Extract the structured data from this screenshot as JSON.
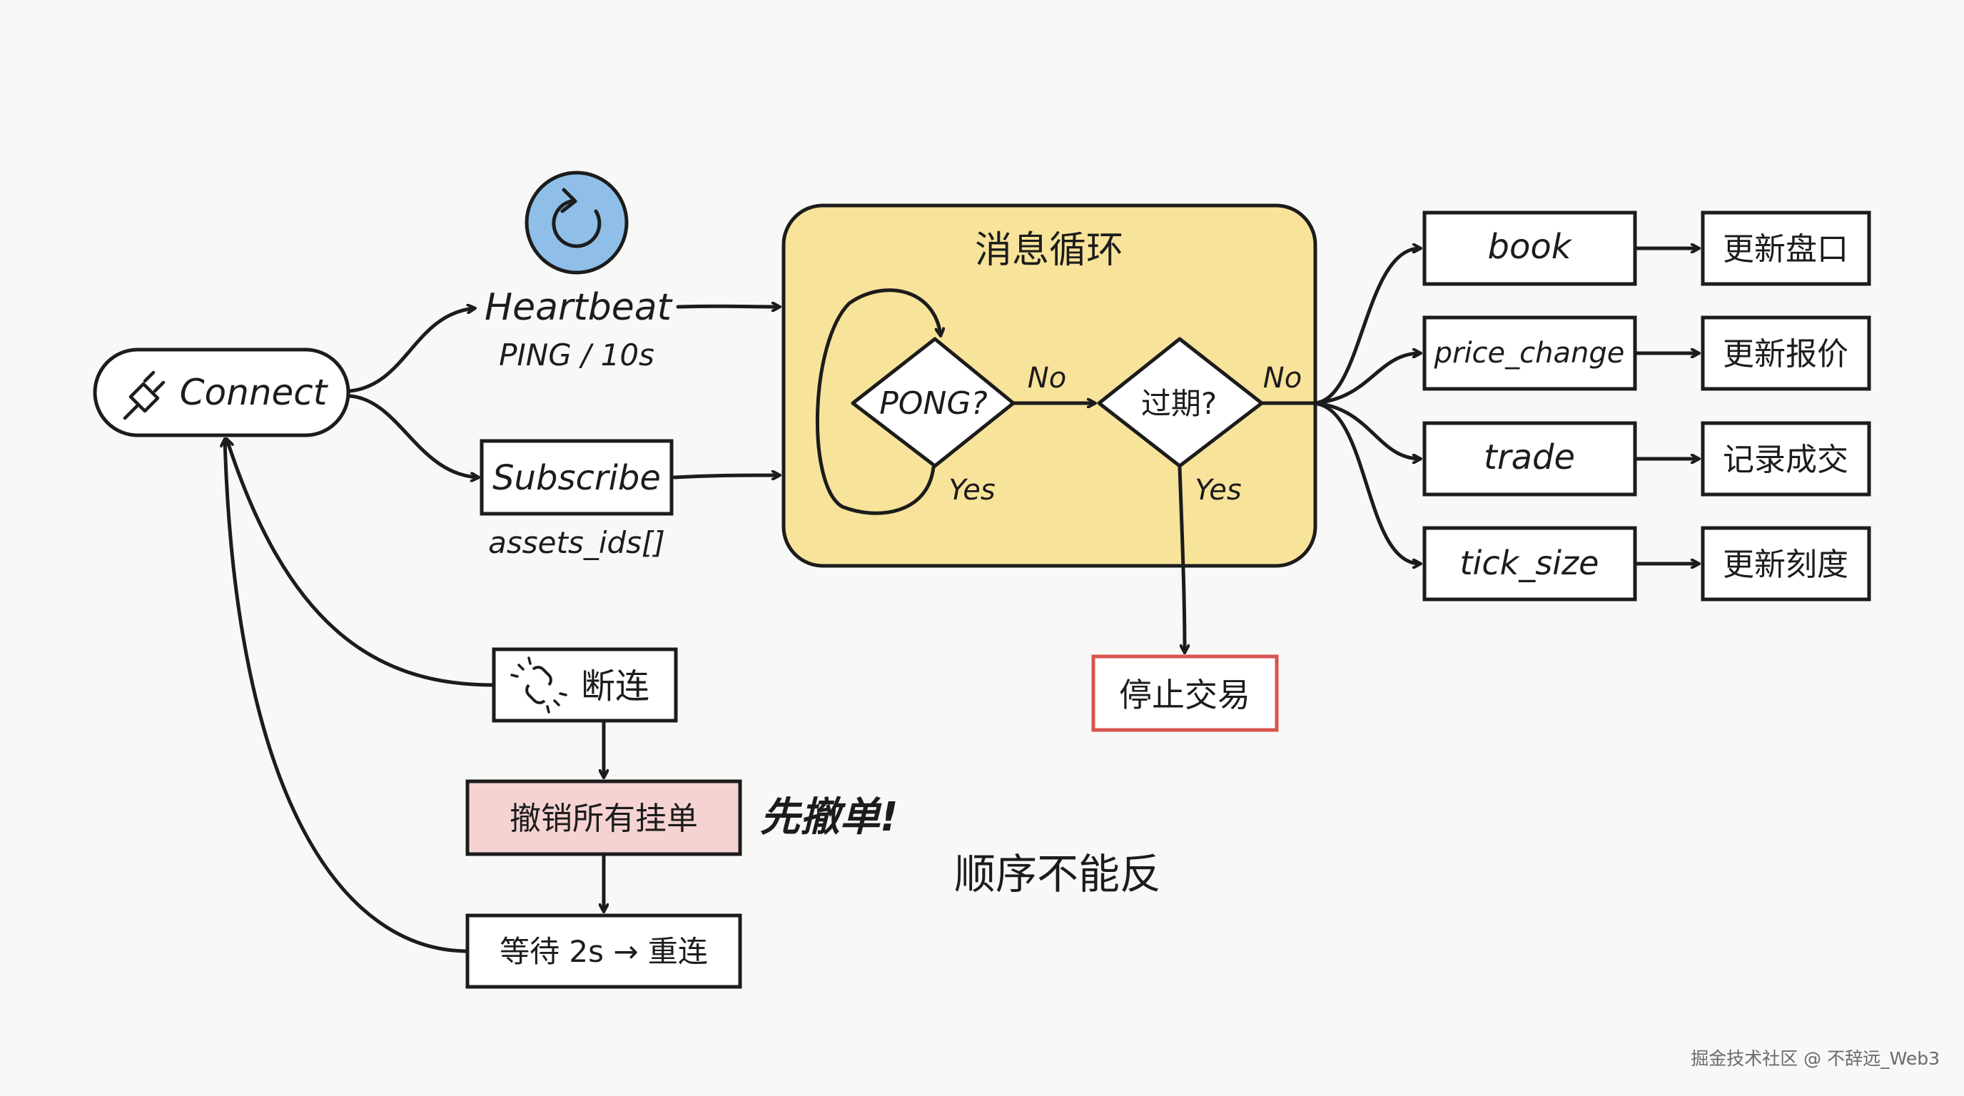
{
  "nodes": {
    "connect": "Connect",
    "heartbeat": "Heartbeat",
    "heartbeat_sub": "PING / 10s",
    "subscribe": "Subscribe",
    "subscribe_sub": "assets_ids[]",
    "loop_title": "消息循环",
    "pong": "PONG?",
    "expired": "过期?",
    "stop_trading": "停止交易",
    "book": "book",
    "price_change": "price_change",
    "trade": "trade",
    "tick_size": "tick_size",
    "update_book": "更新盘口",
    "update_price": "更新报价",
    "record_trade": "记录成交",
    "update_tick": "更新刻度",
    "disconnect": "断连",
    "cancel_orders": "撤销所有挂单",
    "cancel_first_note": "先撤单!",
    "wait_reconnect": "等待 2s → 重连",
    "order_note": "顺序不能反"
  },
  "edge_labels": {
    "pong_no": "No",
    "pong_yes": "Yes",
    "expired_no": "No",
    "expired_yes": "Yes"
  },
  "icons": {
    "connect": "plug-icon",
    "heartbeat": "refresh-icon",
    "disconnect": "broken-link-icon"
  },
  "colors": {
    "loop_fill": "#f8e39a",
    "heartbeat_circle": "#8fbfe8",
    "cancel_fill": "#f6d3d3",
    "stop_border": "#d9534f"
  },
  "watermark": "掘金技术社区 @ 不辞远_Web3"
}
